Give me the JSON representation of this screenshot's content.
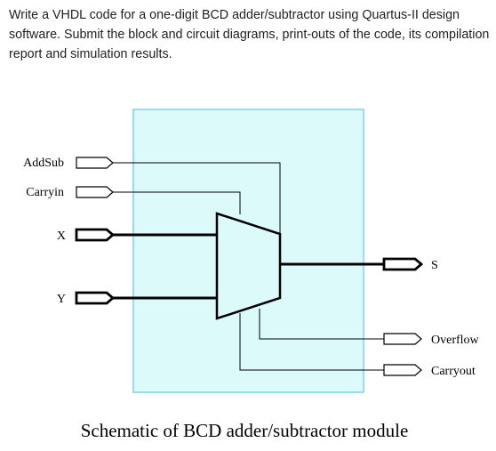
{
  "question": {
    "text": "Write a VHDL code for a one-digit BCD adder/subtractor using Quartus-II design software. Submit the block and circuit diagrams, print-outs of the code, its compilation report and simulation results."
  },
  "diagram": {
    "inputs": {
      "addsub": "AddSub",
      "carryin": "Carryin",
      "x": "X",
      "y": "Y"
    },
    "outputs": {
      "s": "S",
      "overflow": "Overflow",
      "carryout": "Carryout"
    },
    "caption": "Schematic of BCD adder/subtractor module",
    "colors": {
      "module_fill": "#ddfafb",
      "module_border": "#7fd0f0",
      "wire": "#000000"
    }
  }
}
